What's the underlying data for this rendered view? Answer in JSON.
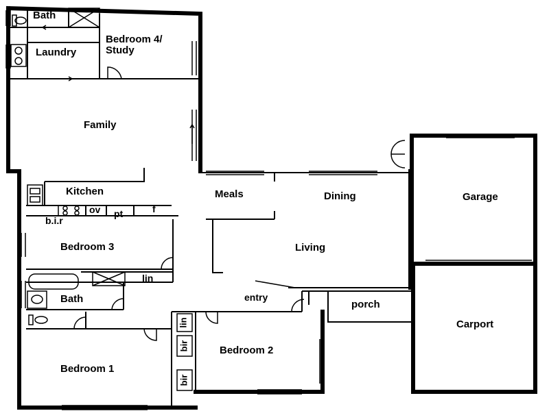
{
  "rooms": {
    "bath_top": "Bath",
    "laundry": "Laundry",
    "bedroom4": "Bedroom 4/ Study",
    "family": "Family",
    "kitchen": "Kitchen",
    "meals": "Meals",
    "dining": "Dining",
    "garage": "Garage",
    "ov": "ov",
    "pt": "pt",
    "f": "f",
    "bir_top": "b.i.r",
    "bedroom3": "Bedroom 3",
    "living": "Living",
    "lin": "lin",
    "bath": "Bath",
    "entry": "entry",
    "porch": "porch",
    "carport": "Carport",
    "lin_small": "lin",
    "bir_a": "bir",
    "bir_b": "bir",
    "bedroom2": "Bedroom 2",
    "bedroom1": "Bedroom 1"
  }
}
